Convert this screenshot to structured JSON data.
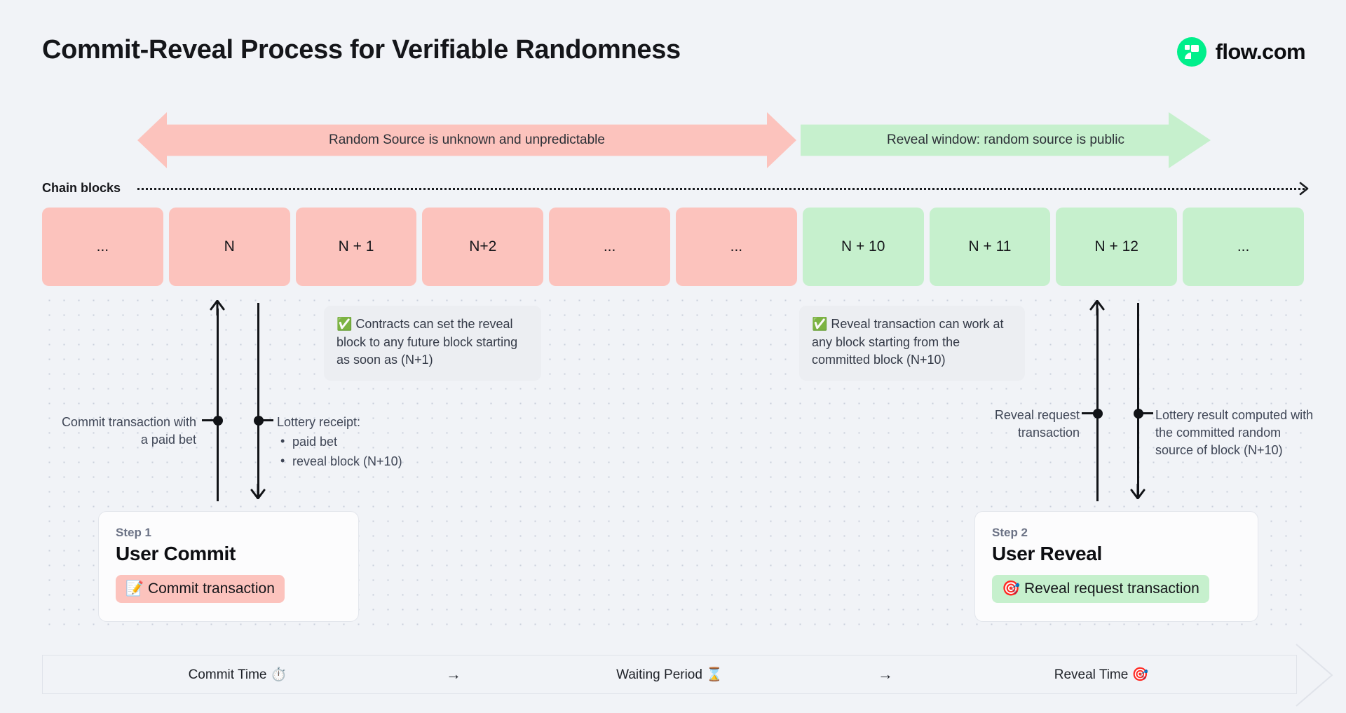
{
  "header": {
    "title": "Commit-Reveal Process for Verifiable Randomness",
    "brand_name": "flow.com",
    "brand_color": "#00ef8b",
    "logo_icon": "flow-logo-icon"
  },
  "phases": {
    "unknown_label": "Random Source is unknown and unpredictable",
    "reveal_label": "Reveal window: random source is public",
    "pink": "#fcc3bd",
    "green": "#c6f0cd"
  },
  "chain": {
    "label": "Chain blocks",
    "blocks": [
      {
        "label": "...",
        "tone": "pink"
      },
      {
        "label": "N",
        "tone": "pink"
      },
      {
        "label": "N + 1",
        "tone": "pink"
      },
      {
        "label": "N+2",
        "tone": "pink"
      },
      {
        "label": "...",
        "tone": "pink"
      },
      {
        "label": "...",
        "tone": "pink"
      },
      {
        "label": "N + 10",
        "tone": "green"
      },
      {
        "label": "N + 11",
        "tone": "green"
      },
      {
        "label": "N + 12",
        "tone": "green"
      },
      {
        "label": "...",
        "tone": "green"
      }
    ]
  },
  "notes": {
    "commit_note": "✅ Contracts can set the reveal block to any future block starting as soon as (N+1)",
    "reveal_note": "✅ Reveal transaction can work at any block starting from the committed block (N+10)"
  },
  "annotations": {
    "commit_tx": "Commit transaction with a paid bet",
    "receipt_title": "Lottery receipt:",
    "receipt_items": [
      "paid bet",
      "reveal block (N+10)"
    ],
    "reveal_request": "Reveal request transaction",
    "lottery_result": "Lottery result computed with the committed random source of block (N+10)"
  },
  "steps": [
    {
      "kicker": "Step 1",
      "title": "User Commit",
      "chip": "📝 Commit transaction",
      "tone": "pink"
    },
    {
      "kicker": "Step 2",
      "title": "User Reveal",
      "chip": "🎯 Reveal request transaction",
      "tone": "green"
    }
  ],
  "timeline": {
    "commit": "Commit Time ⏱️",
    "arrow_1": "→",
    "waiting": "Waiting Period ⌛",
    "arrow_2": "→",
    "reveal": "Reveal Time 🎯"
  }
}
